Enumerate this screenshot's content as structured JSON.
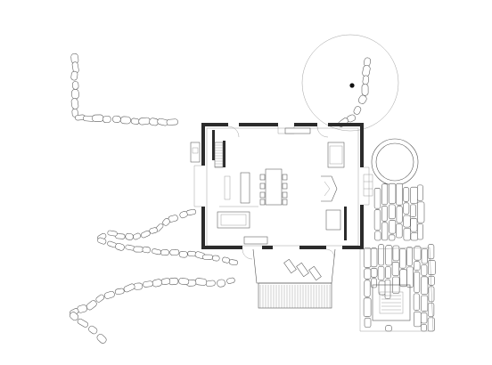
{
  "drawing": {
    "kind": "architectural floor plan",
    "line_color": "#555555",
    "wall_color": "#2b2b2b",
    "background": "#ffffff"
  },
  "elements": [
    "stone-wall-northwest",
    "stone-path-west-upper",
    "stone-path-west-lower",
    "house-exterior-walls",
    "stair",
    "dining-table",
    "sofa-left",
    "sofa-right",
    "fireplace",
    "terrace-deck",
    "lounge-chairs",
    "circular-tank",
    "tree-canopy-circle",
    "stone-paving-east",
    "square-pool-outline"
  ],
  "labels": []
}
